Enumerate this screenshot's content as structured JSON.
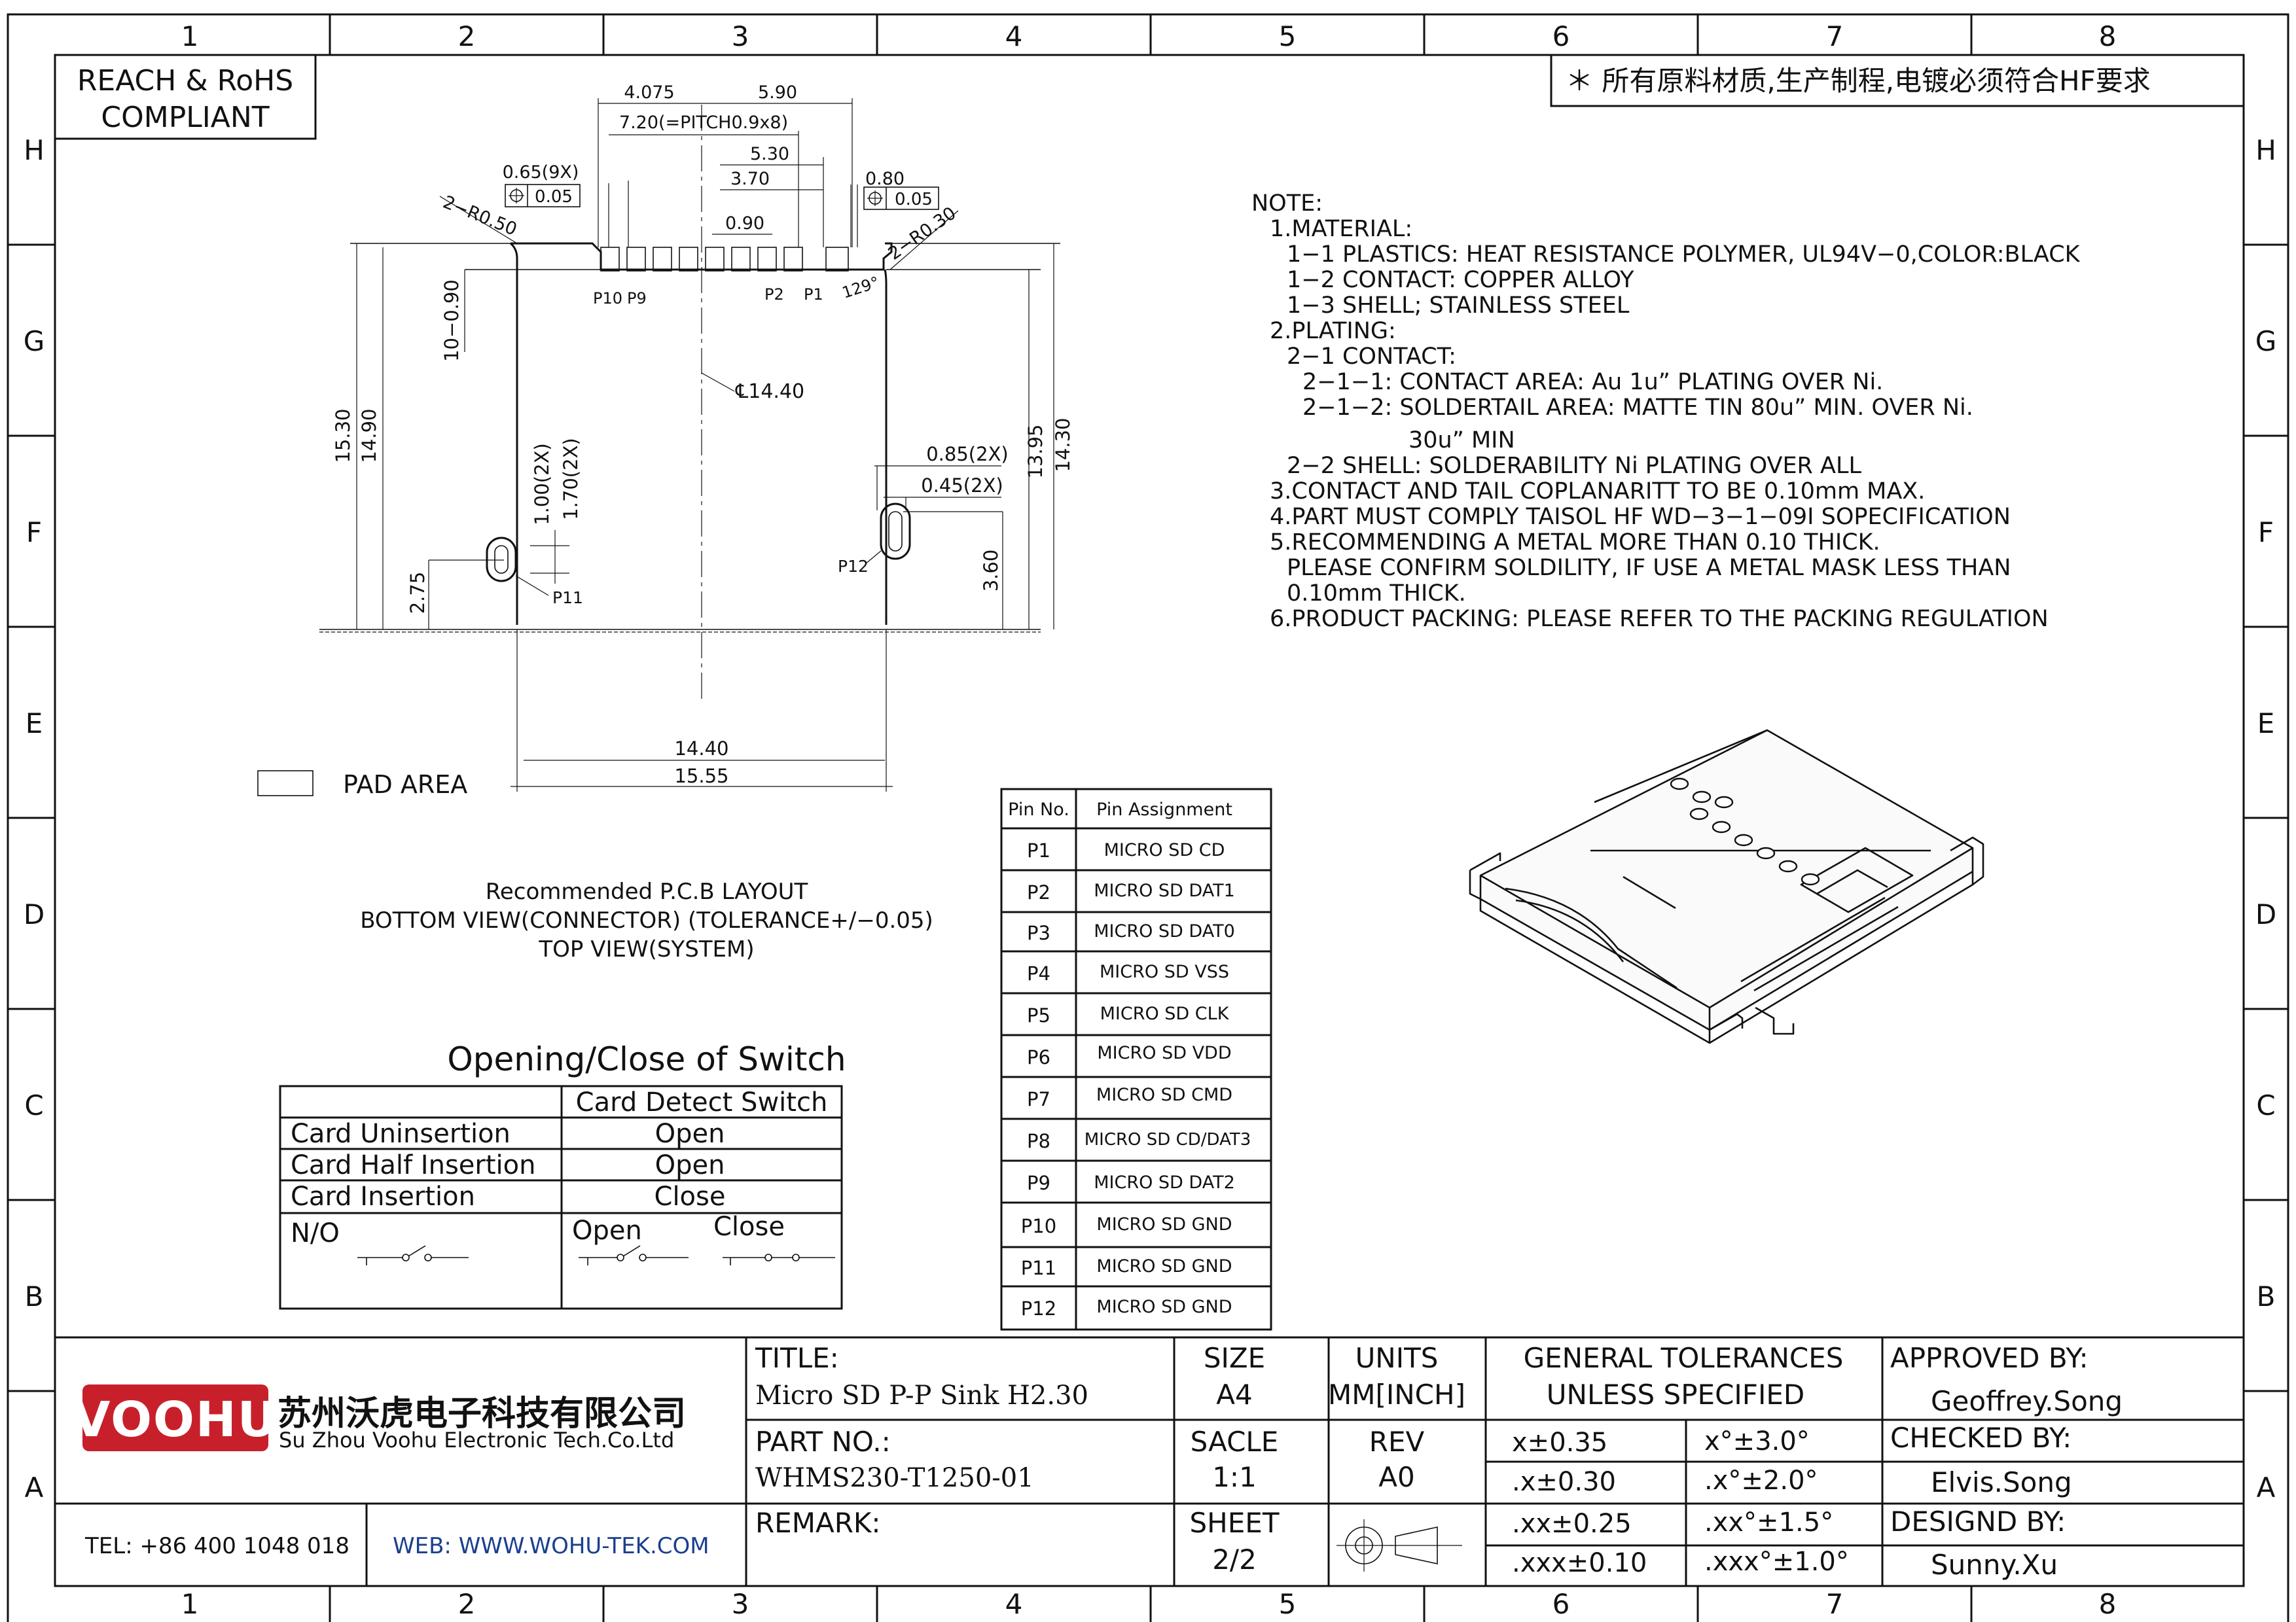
{
  "frame": {
    "col_labels": [
      "1",
      "2",
      "3",
      "4",
      "5",
      "6",
      "7",
      "8"
    ],
    "row_labels": [
      "H",
      "G",
      "F",
      "E",
      "D",
      "C",
      "B",
      "A"
    ]
  },
  "compliance": {
    "line1": "REACH & RoHS",
    "line2": "COMPLIANT"
  },
  "cn_note": "＊ 所有原料材质,生产制程,电镀必须符合HF要求",
  "notes": {
    "title": "NOTE:",
    "lines": [
      "1.MATERIAL:",
      "1−1  PLASTICS:  HEAT  RESISTANCE  POLYMER,  UL94V−0,COLOR:BLACK",
      "1−2  CONTACT:  COPPER  ALLOY",
      "1−3  SHELL;  STAINLESS  STEEL",
      "2.PLATING:",
      "2−1  CONTACT:",
      "2−1−1:  CONTACT  AREA:  Au  1u”  PLATING  OVER  Ni.",
      "2−1−2:  SOLDERTAIL  AREA:  MATTE  TIN  80u”  MIN.  OVER  Ni.",
      "30u”  MIN",
      "2−2  SHELL:  SOLDERABILITY  Ni  PLATING  OVER  ALL",
      "3.CONTACT  AND  TAIL  COPLANARITT  TO  BE  0.10mm  MAX.",
      "4.PART  MUST  COMPLY  TAISOL  HF  WD−3−1−09I  SOPECIFICATION",
      "5.RECOMMENDING  A  METAL  MORE  THAN  0.10  THICK.",
      "PLEASE  CONFIRM  SOLDILITY,  IF  USE  A  METAL  MASK  LESS  THAN",
      "0.10mm  THICK.",
      "6.PRODUCT  PACKING:  PLEASE  REFER  TO  THE  PACKING  REGULATION"
    ]
  },
  "layout_dims": {
    "d4075": "4.075",
    "d590": "5.90",
    "d720": "7.20(=PITCH0.9x8)",
    "d530": "5.30",
    "d370": "3.70",
    "d090": "0.90",
    "d065": "0.65(9X)",
    "tol005a": "0.05",
    "d080": "0.80",
    "tol005b": "0.05",
    "r050": "2−R0.50",
    "r030": "2−R0.30",
    "p10": "P10",
    "p9": "P9",
    "p2": "P2",
    "p1": "P1",
    "ang": "129°",
    "d10_090": "10−0.90",
    "d1530": "15.30",
    "d1490": "14.90",
    "d1440c": "℄14.40",
    "d100": "1.00(2X)",
    "d170": "1.70(2X)",
    "d085": "0.85(2X)",
    "d045": "0.45(2X)",
    "d1395": "13.95",
    "d1430": "14.30",
    "p12": "P12",
    "p11": "P11",
    "d360": "3.60",
    "d275": "2.75",
    "d1440": "14.40",
    "d1555": "15.55",
    "pad_area": "PAD  AREA"
  },
  "view_caption": {
    "l1": "Recommended  P.C.B  LAYOUT",
    "l2": "BOTTOM  VIEW(CONNECTOR)  (TOLERANCE+/−0.05)",
    "l3": "TOP  VIEW(SYSTEM)"
  },
  "switch_table": {
    "title": "Opening/Close  of  Switch",
    "header": "Card  Detect  Switch",
    "rows": [
      {
        "label": "Card  Uninsertion",
        "value": "Open"
      },
      {
        "label": "Card  Half  Insertion",
        "value": "Open"
      },
      {
        "label": "Card  Insertion",
        "value": "Close"
      }
    ],
    "no_label": "N/O",
    "open_label": "Open",
    "close_label": "Close"
  },
  "pin_table": {
    "header_pin": "Pin  No.",
    "header_assign": "Pin  Assignment",
    "rows": [
      {
        "pin": "P1",
        "assign": "MICRO  SD  CD"
      },
      {
        "pin": "P2",
        "assign": "MICRO  SD  DAT1"
      },
      {
        "pin": "P3",
        "assign": "MICRO  SD  DAT0"
      },
      {
        "pin": "P4",
        "assign": "MICRO  SD  VSS"
      },
      {
        "pin": "P5",
        "assign": "MICRO  SD  CLK"
      },
      {
        "pin": "P6",
        "assign": "MICRO  SD  VDD"
      },
      {
        "pin": "P7",
        "assign": "MICRO  SD  CMD"
      },
      {
        "pin": "P8",
        "assign": "MICRO  SD  CD/DAT3"
      },
      {
        "pin": "P9",
        "assign": "MICRO  SD  DAT2"
      },
      {
        "pin": "P10",
        "assign": "MICRO  SD  GND"
      },
      {
        "pin": "P11",
        "assign": "MICRO  SD  GND"
      },
      {
        "pin": "P12",
        "assign": "MICRO  SD  GND"
      }
    ]
  },
  "title_block": {
    "logo_text": "VOOHU",
    "company_cn": "苏州沃虎电子科技有限公司",
    "company_en": "Su Zhou Voohu Electronic Tech.Co.Ltd",
    "tel": "TEL: +86 400 1048 018",
    "web": "WEB: WWW.WOHU-TEK.COM",
    "title_label": "TITLE:",
    "title_value": "Micro SD P-P Sink H2.30",
    "part_label": "PART NO.:",
    "part_value": "WHMS230-T1250-01",
    "remark_label": "REMARK:",
    "size_label": "SIZE",
    "size_value": "A4",
    "units_label": "UNITS",
    "units_value": "MM[INCH]",
    "scale_label": "SACLE",
    "scale_value": "1:1",
    "rev_label": "REV",
    "rev_value": "A0",
    "sheet_label": "SHEET",
    "sheet_value": "2/2",
    "tol_header_1": "GENERAL TOLERANCES",
    "tol_header_2": "UNLESS SPECIFIED",
    "tolerances": [
      [
        "x±0.35",
        "x°±3.0°"
      ],
      [
        ".x±0.30",
        ".x°±2.0°"
      ],
      [
        ".xx±0.25",
        ".xx°±1.5°"
      ],
      [
        ".xxx±0.10",
        ".xxx°±1.0°"
      ]
    ],
    "approved_label": "APPROVED BY:",
    "approved_value": "Geoffrey.Song",
    "checked_label": "CHECKED BY:",
    "checked_value": "Elvis.Song",
    "designed_label": "DESIGND BY:",
    "designed_value": "Sunny.Xu",
    "brand_color": "#c8202a",
    "web_color": "#1a3f8f"
  }
}
